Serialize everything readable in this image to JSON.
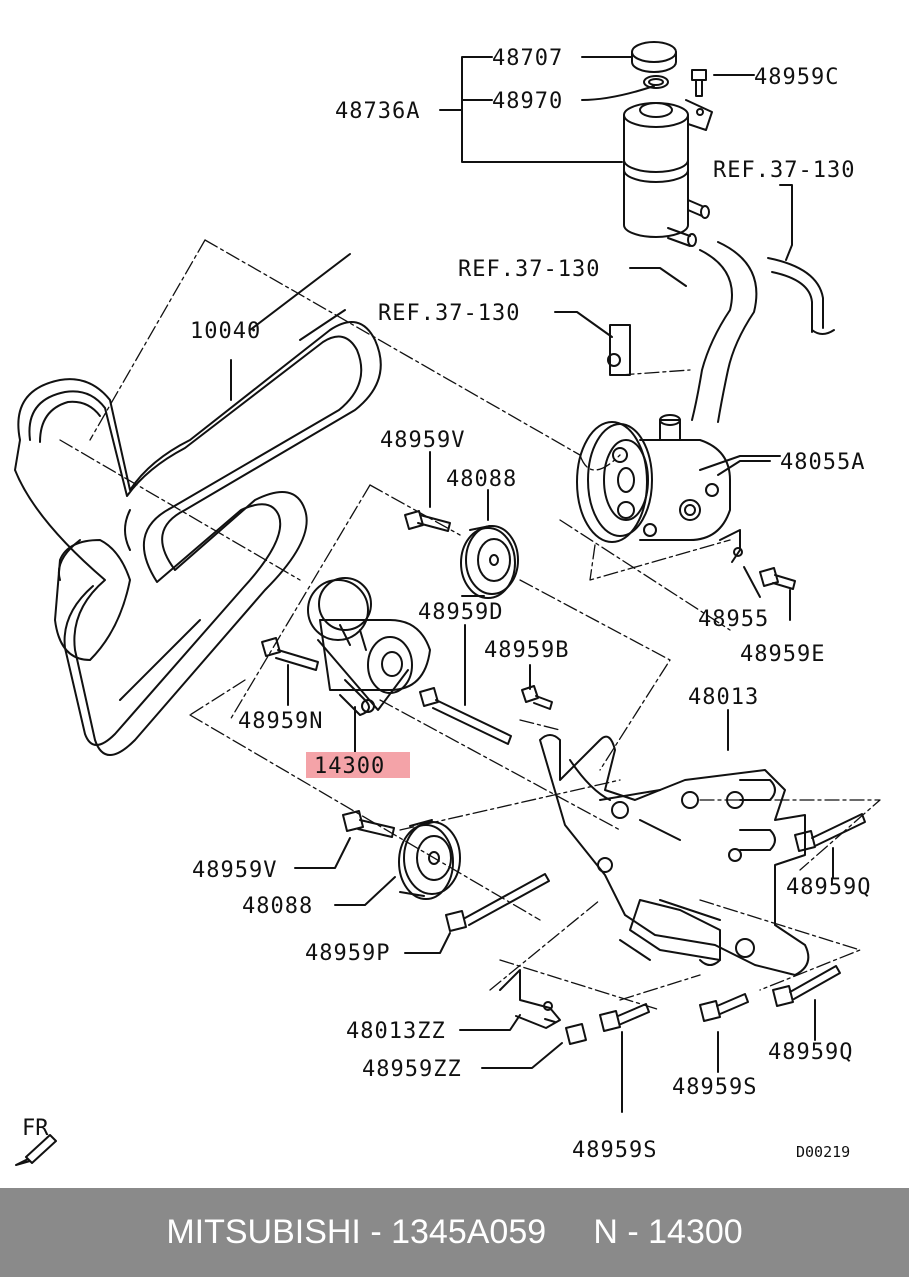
{
  "labels": {
    "p48707": "48707",
    "p48970": "48970",
    "p48736A": "48736A",
    "p48959C": "48959C",
    "ref1": "REF.37-130",
    "ref2": "REF.37-130",
    "ref3": "REF.37-130",
    "p10040": "10040",
    "p48959V_top": "48959V",
    "p48088_top": "48088",
    "p48055A": "48055A",
    "p48959D": "48959D",
    "p48959B": "48959B",
    "p48955": "48955",
    "p48959E": "48959E",
    "p48959N": "48959N",
    "p14300": "14300",
    "p48013": "48013",
    "p48959V_bot": "48959V",
    "p48088_bot": "48088",
    "p48959Q_top": "48959Q",
    "p48959P": "48959P",
    "p48013ZZ": "48013ZZ",
    "p48959ZZ": "48959ZZ",
    "p48959Q_bot": "48959Q",
    "p48959S_right": "48959S",
    "p48959S_bot": "48959S",
    "fr": "FR",
    "diagram_id": "D00219"
  },
  "highlight_color": "#f4a3a8",
  "footer": {
    "text": "MITSUBISHI - 1345A059     N - 14300",
    "background": "#8a8a8a",
    "color": "#ffffff"
  }
}
